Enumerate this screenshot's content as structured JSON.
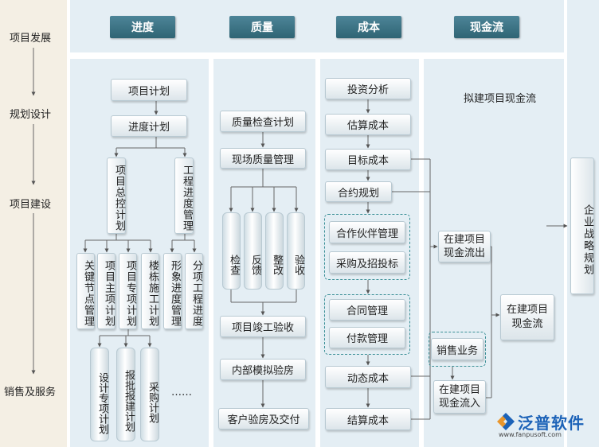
{
  "stages": [
    "项目发展",
    "规划设计",
    "项目建设",
    "销售及服务"
  ],
  "headers": {
    "progress": "进度",
    "quality": "质量",
    "cost": "成本",
    "cashflow": "现金流"
  },
  "progress": {
    "plan": "项目计划",
    "schedule": "进度计划",
    "master": "项目总控计划",
    "engineering": "工程进度管理",
    "keynode": "关键节点管理",
    "main_item": "项目主项计划",
    "special": "项目专项计划",
    "building": "楼栋施工计划",
    "visual": "形象进度管理",
    "sub_item": "分项工程进度",
    "design_special": "设计专项计划",
    "approval": "报批报建计划",
    "purchase": "采购计划",
    "ellipsis": "……"
  },
  "quality": {
    "inspection_plan": "质量检查计划",
    "site": "现场质量管理",
    "check": "检查",
    "feedback": "反馈",
    "rectify": "整改",
    "accept": "验收",
    "completion": "项目竣工验收",
    "mock": "内部模拟验房",
    "delivery": "客户验房及交付"
  },
  "cost": {
    "investment": "投资分析",
    "estimate": "估算成本",
    "target": "目标成本",
    "contract_plan": "合约规划",
    "partner": "合作伙伴管理",
    "bidding": "采购及招投标",
    "contract_mgmt": "合同管理",
    "payment": "付款管理",
    "dynamic": "动态成本",
    "settlement": "结算成本"
  },
  "cashflow": {
    "proposed": "拟建项目现金流",
    "outflow": "在建项目现金流出",
    "current": "在建项目现金流",
    "sales": "销售业务",
    "inflow": "在建项目现金流入"
  },
  "strategy": "企业战略规划",
  "logo": {
    "name": "泛普软件",
    "url": "www.fanpusoft.com"
  }
}
